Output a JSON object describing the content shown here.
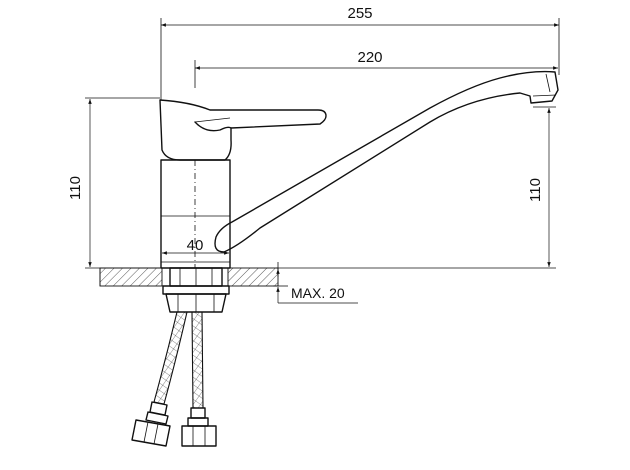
{
  "dimensions": {
    "overall_width": "255",
    "spout_reach": "220",
    "body_height": "110",
    "spout_height": "110",
    "body_diameter": "40"
  },
  "notes": {
    "max_counter_thickness": "MAX. 20"
  },
  "colors": {
    "line": "#111111",
    "background": "#ffffff"
  }
}
